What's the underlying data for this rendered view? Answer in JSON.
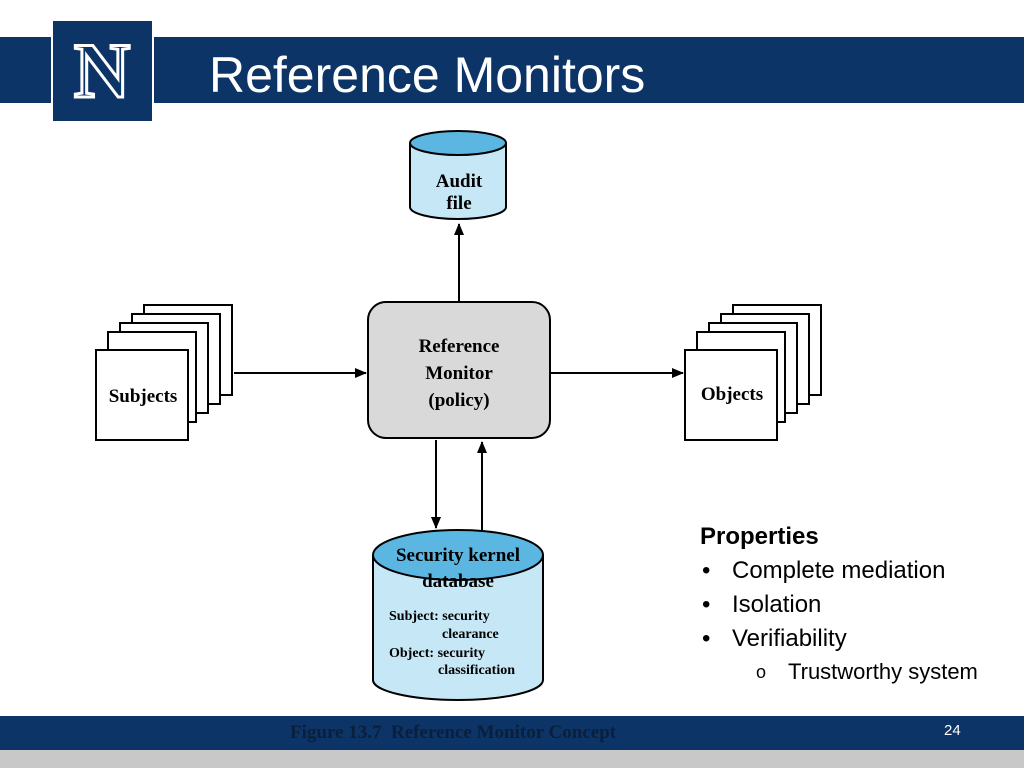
{
  "slide": {
    "title": "Reference Monitors",
    "page_number": "24",
    "logo_letter": "N",
    "colors": {
      "banner": "#0d3466",
      "cylinder_top": "#5bb6e1",
      "cylinder_body": "#c6e7f5",
      "monitor_fill": "#d9d9d9"
    }
  },
  "diagram": {
    "audit_file": {
      "line1": "Audit",
      "line2": "file"
    },
    "reference_monitor": {
      "line1": "Reference",
      "line2": "Monitor",
      "line3": "(policy)"
    },
    "subjects": "Subjects",
    "objects": "Objects",
    "security_db": {
      "title_line1": "Security kernel",
      "title_line2": "database",
      "subject_line1": "Subject: security",
      "subject_line2": "clearance",
      "object_line1": "Object: security",
      "object_line2": "classification"
    },
    "caption": "Figure 13.7  Reference Monitor Concept"
  },
  "properties": {
    "heading": "Properties",
    "items": [
      "Complete mediation",
      "Isolation",
      "Verifiability"
    ],
    "sub_item": "Trustworthy system",
    "bullet": "•",
    "sub_bullet": "o"
  }
}
